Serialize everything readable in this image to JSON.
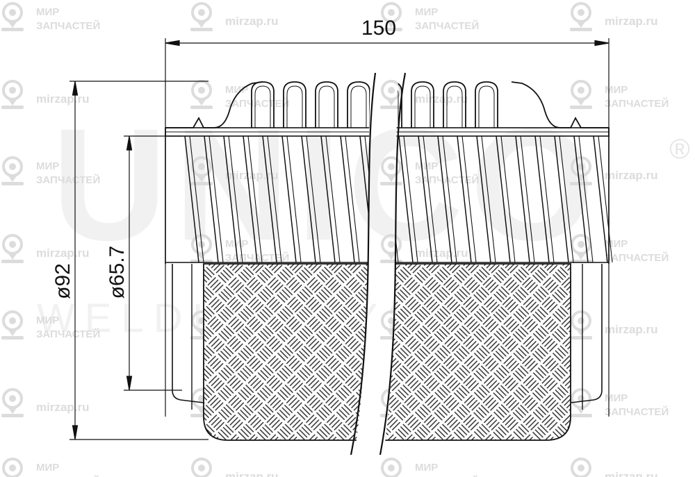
{
  "dimensions": {
    "length": "150",
    "outer_diameter": "ø92",
    "inner_diameter": "ø65.7"
  },
  "watermark": {
    "brand_line1": "МИР",
    "brand_line2": "ЗАПЧАСТЕЙ",
    "site": "mirzap.ru",
    "logo_text": "UNICO",
    "registered_mark": "®",
    "sub_text": "WELDING SYSTEMS",
    "color": "#dcdcdc"
  },
  "colors": {
    "line": "#111111",
    "hatch": "#222222"
  }
}
